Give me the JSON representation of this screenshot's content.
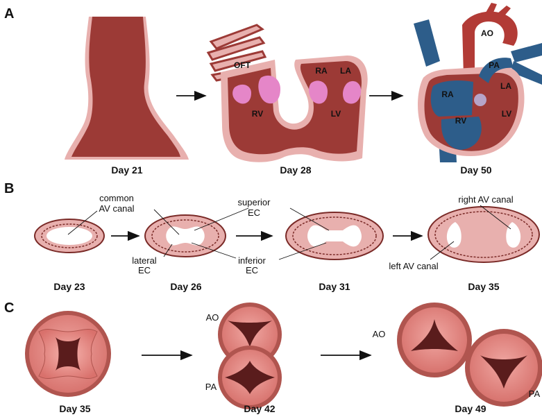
{
  "panels": {
    "a": "A",
    "b": "B",
    "c": "C"
  },
  "panel_a": {
    "days": [
      "Day 21",
      "Day 28",
      "Day 50"
    ],
    "chambers_28": {
      "oft": "OFT",
      "ra": "RA",
      "la": "LA",
      "rv": "RV",
      "lv": "LV"
    },
    "chambers_50": {
      "ao": "AO",
      "pa": "PA",
      "ra": "RA",
      "la": "LA",
      "rv": "RV",
      "lv": "LV"
    }
  },
  "panel_b": {
    "days": [
      "Day 23",
      "Day 26",
      "Day 31",
      "Day 35"
    ],
    "labels": {
      "common_av_canal_1": "common",
      "common_av_canal_2": "AV canal",
      "superior_ec_1": "superior",
      "superior_ec_2": "EC",
      "lateral_ec_1": "lateral",
      "lateral_ec_2": "EC",
      "inferior_ec_1": "inferior",
      "inferior_ec_2": "EC",
      "right_av_canal": "right AV canal",
      "left_av_canal": "left AV canal"
    }
  },
  "panel_c": {
    "days": [
      "Day 35",
      "Day 42",
      "Day 49"
    ],
    "labels": {
      "ao_42": "AO",
      "pa_42": "PA",
      "ao_49": "AO",
      "pa_49": "PA"
    }
  },
  "colors": {
    "tissue_dark": "#9c3a36",
    "tissue_mid": "#a8443f",
    "tissue_light": "#e8b0ae",
    "cushion_pink": "#e586c8",
    "vessel_blue": "#2d5d8a",
    "valve_pink": "#e59a97",
    "lumen_dark": "#5a1c1c"
  }
}
